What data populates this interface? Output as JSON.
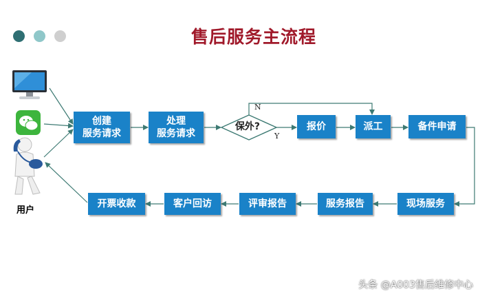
{
  "title": "售后服务主流程",
  "user_label": "用户",
  "nodes": {
    "create": [
      "创建",
      "服务请求"
    ],
    "handle": [
      "处理",
      "服务请求"
    ],
    "decision": "保外?",
    "quote": "报价",
    "dispatch": "派工",
    "parts": "备件申请",
    "onsite": "现场服务",
    "report": "服务报告",
    "review": "评审报告",
    "visit": "客户回访",
    "invoice": "开票收款"
  },
  "branch_labels": {
    "no": "N",
    "yes": "Y"
  },
  "watermark": "头条 @A003售后维修中心",
  "colors": {
    "box": "#1a82c8",
    "title": "#a0192a",
    "arrow": "#3d7a73"
  },
  "icons": [
    "computer-monitor-icon",
    "wechat-icon",
    "phone-user-icon"
  ]
}
